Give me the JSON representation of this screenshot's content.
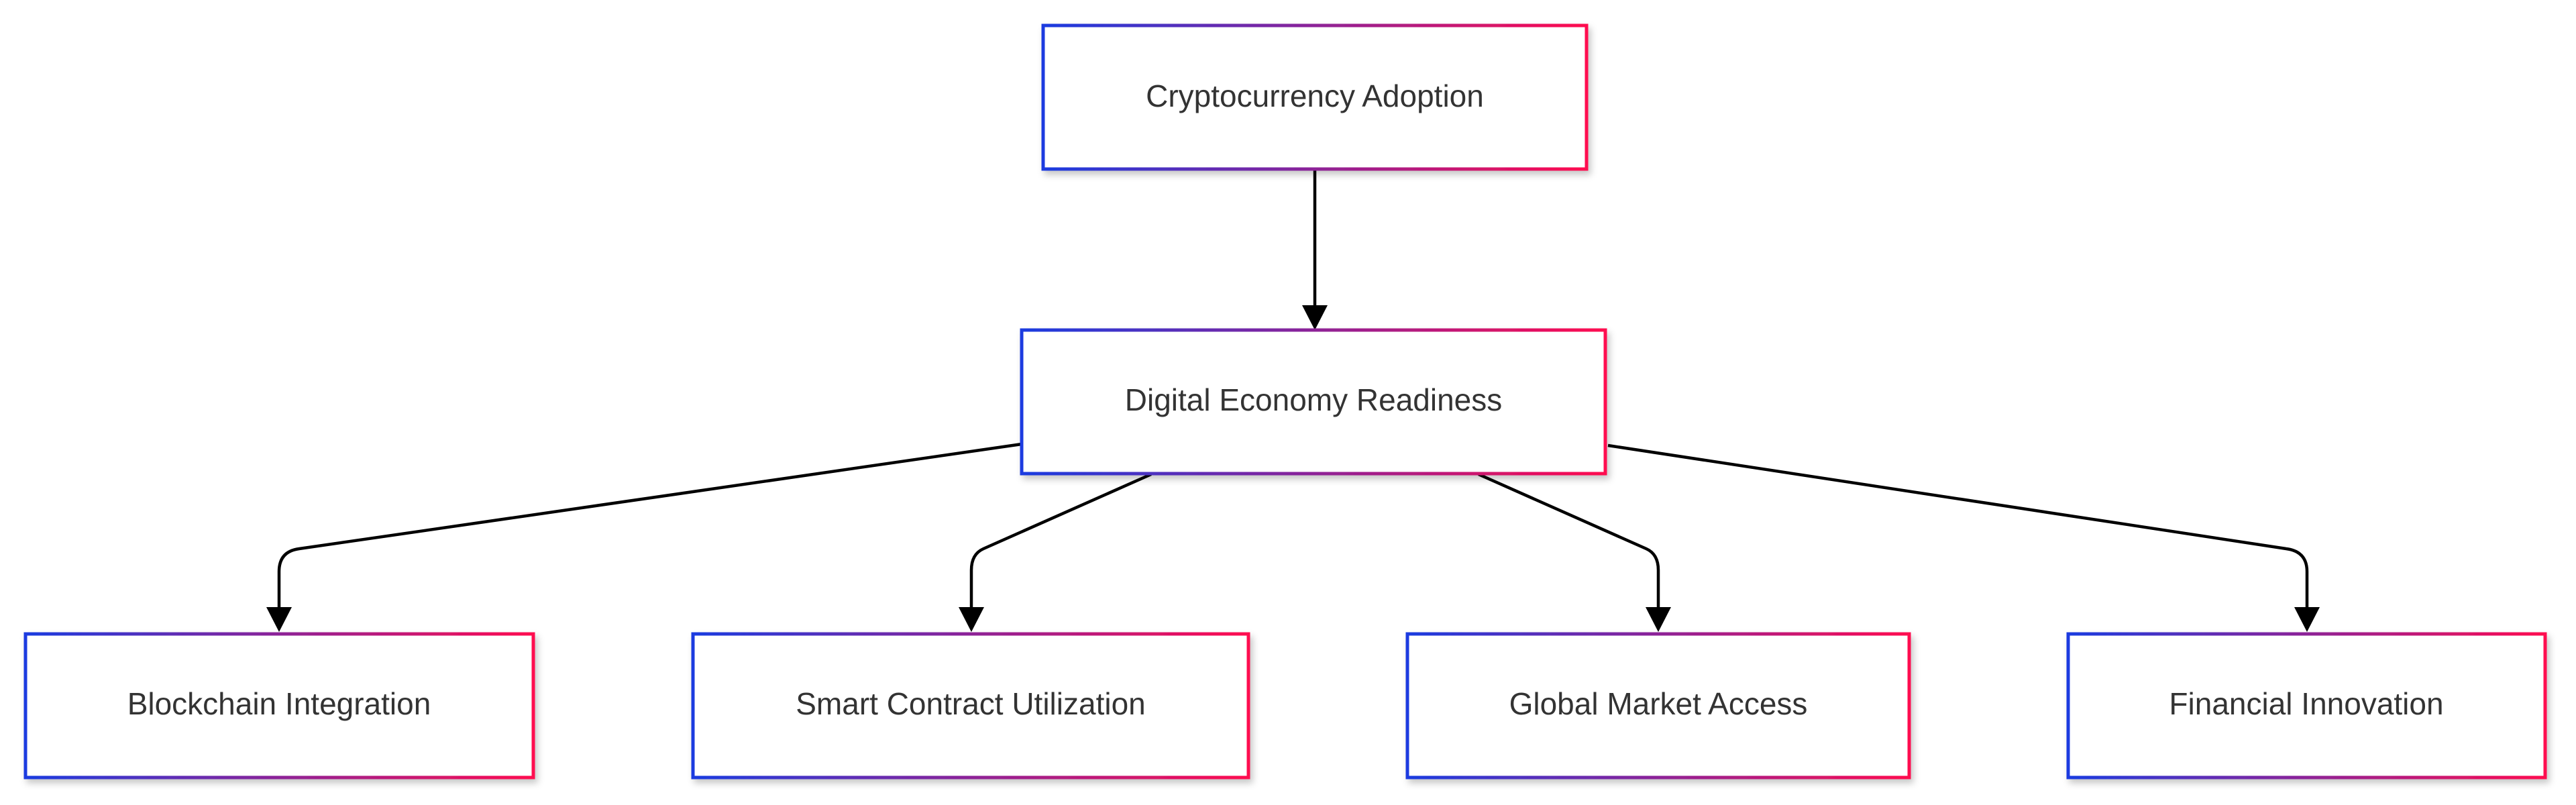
{
  "diagram": {
    "type": "flowchart",
    "direction": "top-down",
    "border_gradient": [
      "#1a3be0",
      "#ff0a4f"
    ],
    "edge_color": "#000000",
    "text_color": "#333333",
    "nodes": [
      {
        "id": "cryptocurrency-adoption",
        "label": "Cryptocurrency Adoption"
      },
      {
        "id": "digital-economy-readiness",
        "label": "Digital Economy Readiness"
      },
      {
        "id": "blockchain-integration",
        "label": "Blockchain Integration"
      },
      {
        "id": "smart-contract-utilization",
        "label": "Smart Contract Utilization"
      },
      {
        "id": "global-market-access",
        "label": "Global Market Access"
      },
      {
        "id": "financial-innovation",
        "label": "Financial Innovation"
      }
    ],
    "edges": [
      {
        "from": "cryptocurrency-adoption",
        "to": "digital-economy-readiness"
      },
      {
        "from": "digital-economy-readiness",
        "to": "blockchain-integration"
      },
      {
        "from": "digital-economy-readiness",
        "to": "smart-contract-utilization"
      },
      {
        "from": "digital-economy-readiness",
        "to": "global-market-access"
      },
      {
        "from": "digital-economy-readiness",
        "to": "financial-innovation"
      }
    ]
  }
}
